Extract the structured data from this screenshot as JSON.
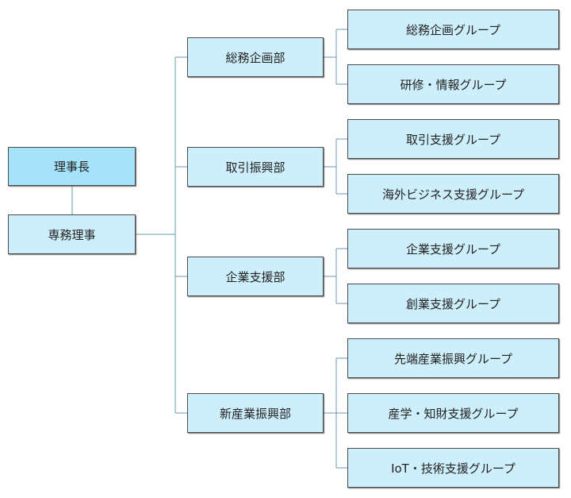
{
  "colors": {
    "top_fill": "#a6e3fa",
    "box_fill": "#cdeefb",
    "line": "#6b97ad"
  },
  "chairman": "理事長",
  "executive_director": "専務理事",
  "departments": [
    {
      "name": "総務企画部",
      "groups": [
        "総務企画グループ",
        "研修・情報グループ"
      ]
    },
    {
      "name": "取引振興部",
      "groups": [
        "取引支援グループ",
        "海外ビジネス支援グループ"
      ]
    },
    {
      "name": "企業支援部",
      "groups": [
        "企業支援グループ",
        "創業支援グループ"
      ]
    },
    {
      "name": "新産業振興部",
      "groups": [
        "先端産業振興グループ",
        "産学・知財支援グループ",
        "IoT・技術支援グループ"
      ]
    }
  ]
}
